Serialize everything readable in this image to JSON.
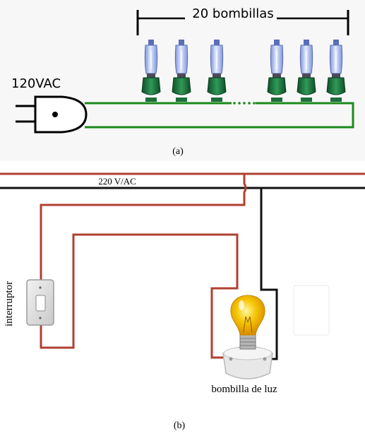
{
  "panel_a": {
    "count_label": "20 bombillas",
    "voltage_label": "120VAC",
    "caption": "(a)"
  },
  "panel_b": {
    "voltage_label": "220 V/AC",
    "switch_label": "interruptor",
    "bulb_label": "bombilla de luz",
    "caption": "(b)"
  },
  "colors": {
    "bulb_glass": "#9fb3e8",
    "bulb_socket": "#1e6e3c",
    "wire_green": "#1b8a1b",
    "wire_red": "#b04030",
    "wire_black": "#111111",
    "bulb_glow": "#f5c400"
  },
  "icons": [
    "plug-icon",
    "christmas-bulb-icon",
    "wall-switch-icon",
    "light-bulb-icon",
    "lamp-socket-icon"
  ]
}
